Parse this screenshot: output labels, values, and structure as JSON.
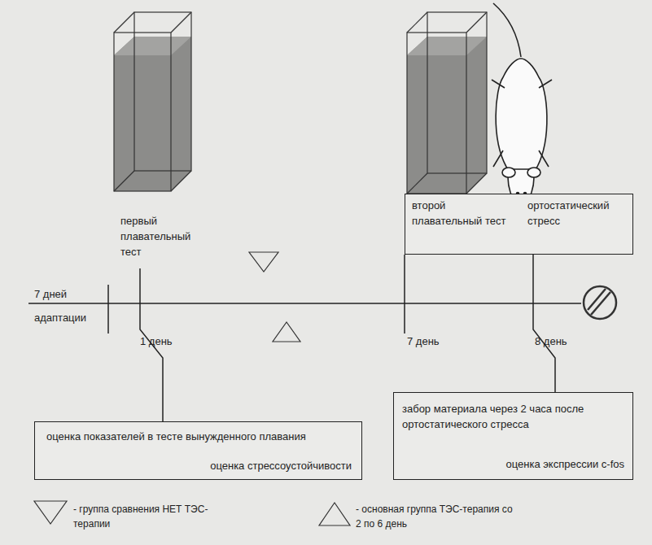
{
  "diagram": {
    "nodes": [
      {
        "text": [
          "второй плавательный тест",
          "ортостатический стресс"
        ]
      },
      {
        "text": [
          "оценка показателей в тесте вынужденного плавания",
          "оценка стрессоустойчивости"
        ]
      },
      {
        "text": [
          "забор материала через 2 часа после ортостатического стресса",
          "оценка экспрессии c-fos"
        ]
      }
    ],
    "labels": [
      "первый плавательный тест",
      "7 дней адаптации",
      "1 день",
      "7 день",
      "8 день"
    ],
    "legend": [
      {
        "text": "- группа сравнения НЕТ ТЭС-терапии"
      },
      {
        "text": "- основная группа ТЭС-терапия со 2 по 6 день"
      }
    ]
  }
}
